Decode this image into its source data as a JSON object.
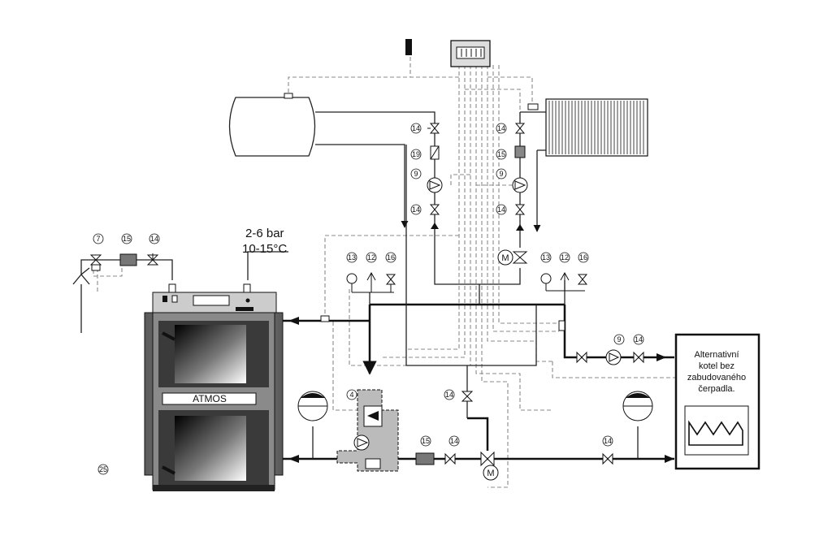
{
  "supply": {
    "pressure": "2-6 bar",
    "temperature": "10-15°C"
  },
  "boiler": {
    "brand": "ATMOS"
  },
  "alt_boiler": {
    "line1": "Alternativní",
    "line2": "kotel bez",
    "line3": "zabudovaného",
    "line4": "čerpadla."
  },
  "numbers": {
    "n4": "4",
    "n7": "7",
    "n9": "9",
    "n12": "12",
    "n13": "13",
    "n14": "14",
    "n15": "15",
    "n16": "16",
    "n19": "19",
    "n25": "25"
  },
  "colors": {
    "pipe": "#111111",
    "signal_line": "#8a8a8a",
    "boiler_body": "#7f7f7f",
    "boiler_door": "#000000"
  }
}
